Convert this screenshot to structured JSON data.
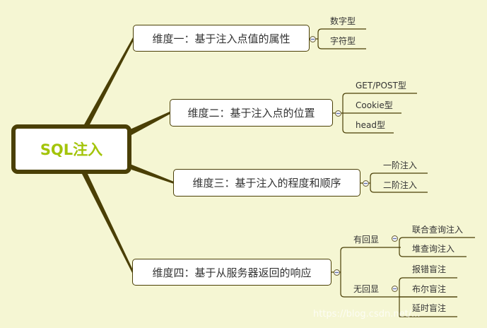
{
  "central": "SQL注入",
  "branches": [
    {
      "label": "维度一：基于注入点值的属性",
      "children": [
        "数字型",
        "字符型"
      ]
    },
    {
      "label": "维度二：基于注入点的位置",
      "children": [
        "GET/POST型",
        "Cookie型",
        "head型"
      ]
    },
    {
      "label": "维度三：基于注入的程度和顺序",
      "children": [
        "一阶注入",
        "二阶注入"
      ]
    },
    {
      "label": "维度四：基于从服务器返回的响应",
      "groups": [
        {
          "label": "有回显",
          "children": [
            "联合查询注入",
            "堆查询注入"
          ]
        },
        {
          "label": "无回显",
          "children": [
            "报错盲注",
            "布尔盲注",
            "延时盲注"
          ]
        }
      ]
    }
  ],
  "watermark": "https://blog.csdn.net/..."
}
